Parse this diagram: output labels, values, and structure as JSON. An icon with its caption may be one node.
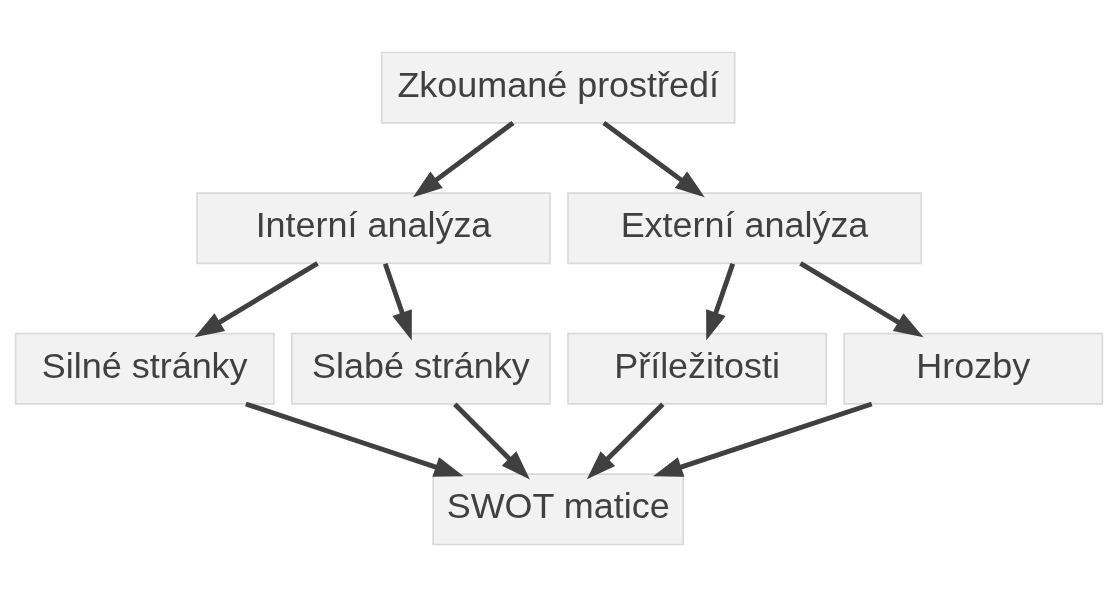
{
  "diagram": {
    "nodes": [
      {
        "text": [
          "Zkoumané prostředí"
        ]
      },
      {
        "text": [
          "Interní analýza"
        ]
      },
      {
        "text": [
          "Externí analýza"
        ]
      },
      {
        "text": [
          "Silné stránky"
        ]
      },
      {
        "text": [
          "Slabé stránky"
        ]
      },
      {
        "text": [
          "Příležitosti"
        ]
      },
      {
        "text": [
          "Hrozby"
        ]
      },
      {
        "text": [
          "SWOT matice"
        ]
      }
    ],
    "edges": [
      {
        "from": 0,
        "to": 1,
        "arrow": "to"
      },
      {
        "from": 0,
        "to": 2,
        "arrow": "to"
      },
      {
        "from": 1,
        "to": 3,
        "arrow": "to"
      },
      {
        "from": 1,
        "to": 4,
        "arrow": "to"
      },
      {
        "from": 2,
        "to": 5,
        "arrow": "to"
      },
      {
        "from": 2,
        "to": 6,
        "arrow": "to"
      },
      {
        "from": 3,
        "to": 7,
        "arrow": "to"
      },
      {
        "from": 4,
        "to": 7,
        "arrow": "to"
      },
      {
        "from": 5,
        "to": 7,
        "arrow": "to"
      },
      {
        "from": 6,
        "to": 7,
        "arrow": "to"
      }
    ]
  }
}
